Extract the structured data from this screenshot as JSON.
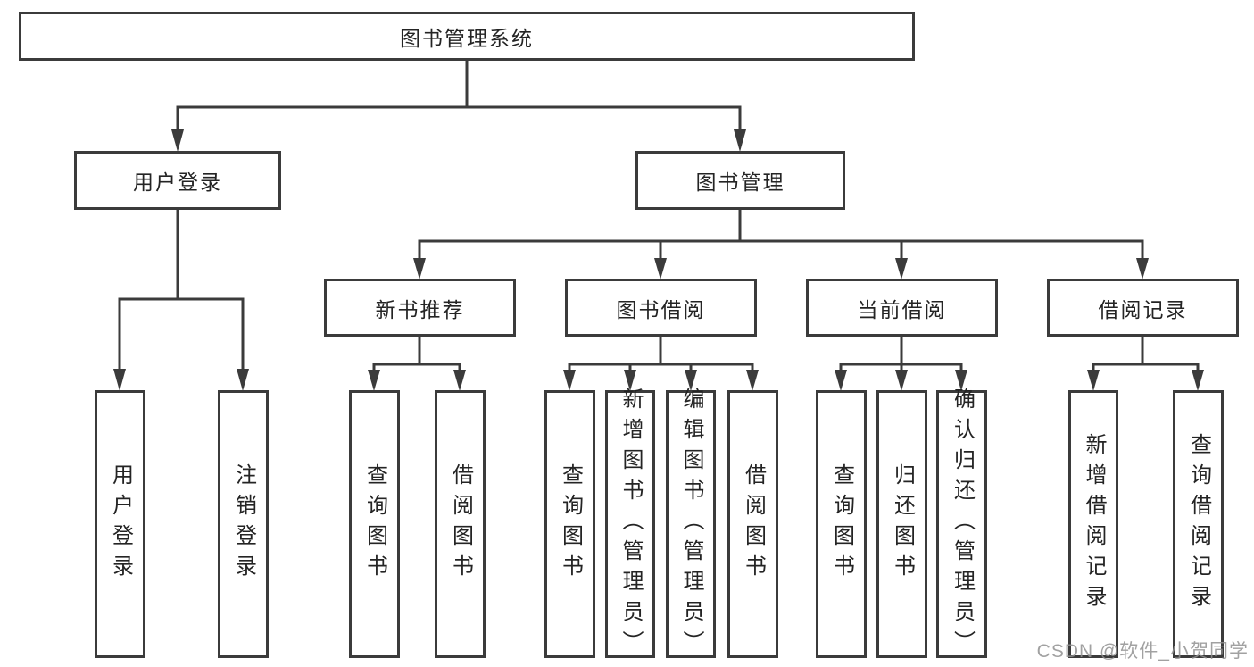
{
  "diagram": {
    "root": {
      "label": "图书管理系统"
    },
    "branches": [
      {
        "label": "用户登录",
        "children": [
          {
            "label": "用户登录"
          },
          {
            "label": "注销登录"
          }
        ]
      },
      {
        "label": "图书管理",
        "children": [
          {
            "label": "新书推荐",
            "children": [
              {
                "label": "查询图书"
              },
              {
                "label": "借阅图书"
              }
            ]
          },
          {
            "label": "图书借阅",
            "children": [
              {
                "label": "查询图书"
              },
              {
                "label": "新增图书（管理员）"
              },
              {
                "label": "编辑图书（管理员）"
              },
              {
                "label": "借阅图书"
              }
            ]
          },
          {
            "label": "当前借阅",
            "children": [
              {
                "label": "查询图书"
              },
              {
                "label": "归还图书"
              },
              {
                "label": "确认归还（管理员）"
              }
            ]
          },
          {
            "label": "借阅记录",
            "children": [
              {
                "label": "新增借阅记录"
              },
              {
                "label": "查询借阅记录"
              }
            ]
          }
        ]
      }
    ]
  },
  "watermark": {
    "text": "CSDN @软件_小贺同学"
  },
  "colors": {
    "background": "#ffffff",
    "node_border": "#3b3b3b",
    "connector": "#3b3b3b",
    "text": "#242424",
    "watermark": "#919191"
  }
}
